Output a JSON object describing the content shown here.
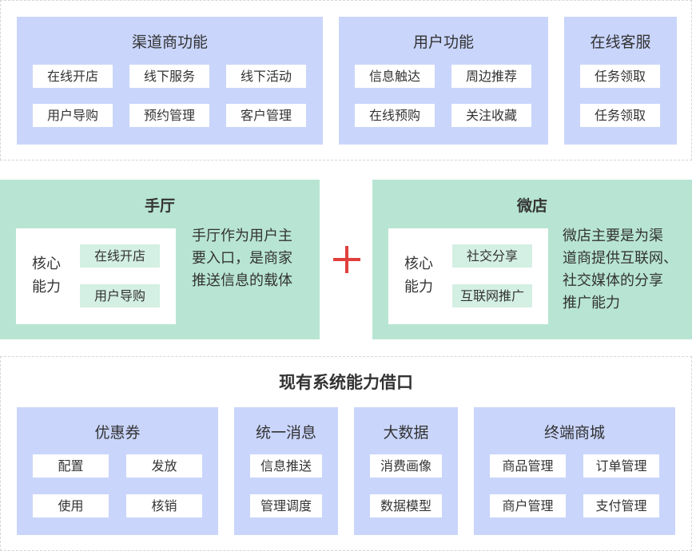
{
  "top": {
    "channel": {
      "title": "渠道商功能",
      "items": [
        "在线开店",
        "线下服务",
        "线下活动",
        "用户导购",
        "预约管理",
        "客户管理"
      ]
    },
    "user": {
      "title": "用户功能",
      "items": [
        "信息触达",
        "周边推荐",
        "在线预购",
        "关注收藏"
      ]
    },
    "service": {
      "title": "在线客服",
      "items": [
        "任务领取",
        "任务领取"
      ]
    }
  },
  "middle": {
    "shouting": {
      "title": "手厅",
      "core_label": [
        "核心",
        "能力"
      ],
      "items": [
        "在线开店",
        "用户导购"
      ],
      "desc": [
        "手厅作为用户主",
        "要入口，是商家",
        "推送信息的载体"
      ]
    },
    "weidian": {
      "title": "微店",
      "core_label": [
        "核心",
        "能力"
      ],
      "items": [
        "社交分享",
        "互联网推广"
      ],
      "desc": [
        "微店主要是为渠",
        "道商提供互联网、",
        "社交媒体的分享",
        "推广能力"
      ]
    }
  },
  "bottom": {
    "title": "现有系统能力借口",
    "coupon": {
      "title": "优惠券",
      "items": [
        "配置",
        "发放",
        "使用",
        "核销"
      ]
    },
    "message": {
      "title": "统一消息",
      "items": [
        "信息推送",
        "管理调度"
      ]
    },
    "bigdata": {
      "title": "大数据",
      "items": [
        "消费画像",
        "数据模型"
      ]
    },
    "mall": {
      "title": "终端商城",
      "items": [
        "商品管理",
        "订单管理",
        "商户管理",
        "支付管理"
      ]
    }
  },
  "colors": {
    "blue_panel": "#c9d5fb",
    "green_panel": "#b8e5d3",
    "plus": "#e0403d"
  }
}
